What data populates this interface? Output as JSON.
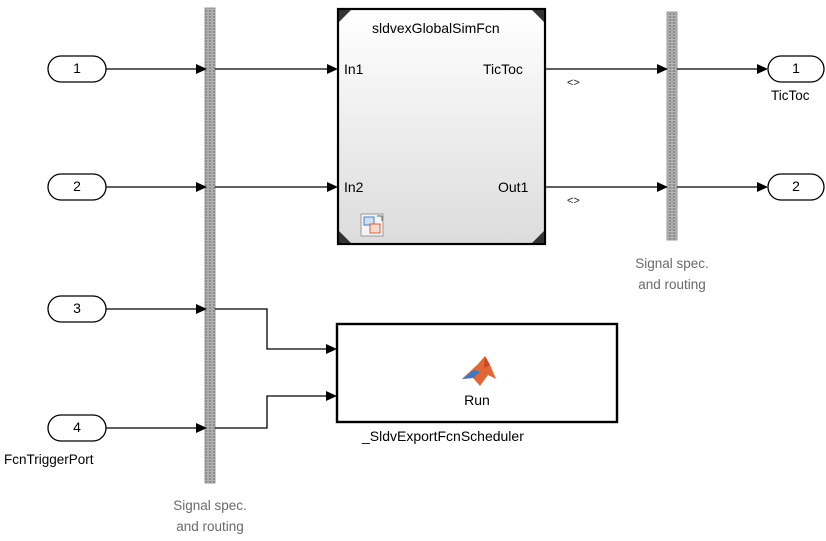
{
  "inports": [
    {
      "number": "1",
      "name": ""
    },
    {
      "number": "2",
      "name": ""
    },
    {
      "number": "3",
      "name": ""
    },
    {
      "number": "4",
      "name": "FcnTriggerPort"
    }
  ],
  "outports": [
    {
      "number": "1",
      "name": "TicToc"
    },
    {
      "number": "2",
      "name": ""
    }
  ],
  "subsystem": {
    "name": "sldvexGlobalSimFcn",
    "inputs": [
      "In1",
      "In2"
    ],
    "outputs": [
      "TicToc",
      "Out1"
    ]
  },
  "scheduler": {
    "label": "Run",
    "name": "_SldvExportFcnScheduler"
  },
  "signal_spec": {
    "left": {
      "line1": "Signal spec.",
      "line2": "and routing"
    },
    "right": {
      "line1": "Signal spec.",
      "line2": "and routing"
    }
  },
  "signal_props": [
    "<>",
    "<>"
  ],
  "colors": {
    "line": "#000000",
    "bus_bar": "#8c8c8c",
    "label_gray": "#6a6a6a",
    "matlab_orange": "#e16737",
    "matlab_blue": "#3a78c2"
  },
  "icons": [
    "matlab-function-icon",
    "variant-subsystem-icon"
  ]
}
